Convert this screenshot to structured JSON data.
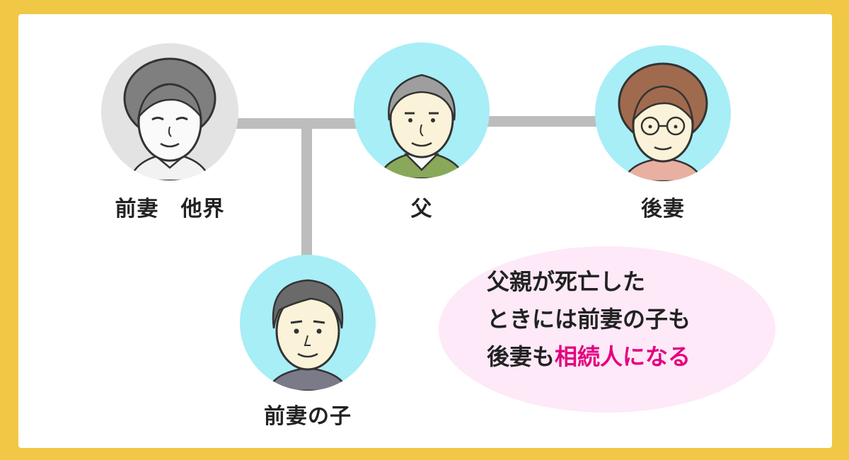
{
  "people": {
    "ex_wife": {
      "label": "前妻　他界",
      "deceased": true
    },
    "father": {
      "label": "父"
    },
    "second_wife": {
      "label": "後妻"
    },
    "ex_wife_child": {
      "label": "前妻の子"
    }
  },
  "message": {
    "line1": "父親が死亡した",
    "line2": "ときには前妻の子も",
    "line3_prefix": "後妻も",
    "line3_highlight": "相続人になる"
  },
  "colors": {
    "frame": "#f0c845",
    "living_circle": "#a8eef6",
    "deceased_circle": "#e3e3e3",
    "connector": "#bdbdbd",
    "bubble": "#fde9f8",
    "highlight": "#e4007f"
  }
}
